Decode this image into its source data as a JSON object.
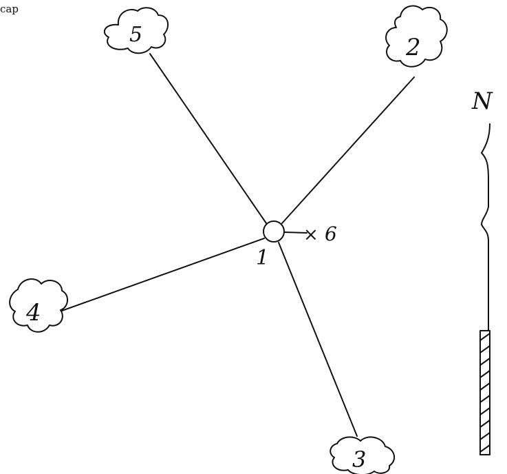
{
  "caption": "cap",
  "hub": {
    "label": "1"
  },
  "nodes": [
    {
      "id": "5",
      "label": "5"
    },
    {
      "id": "2",
      "label": "2"
    },
    {
      "id": "4",
      "label": "4"
    },
    {
      "id": "3",
      "label": "3"
    }
  ],
  "marker": {
    "symbol": "×",
    "label": "6"
  },
  "north": {
    "label": "N"
  }
}
